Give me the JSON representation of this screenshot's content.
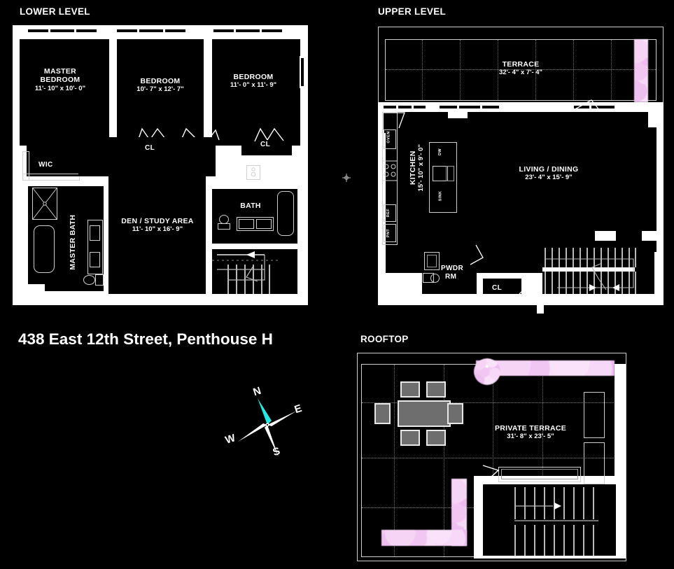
{
  "page": {
    "title": "438 East 12th Street, Penthouse H",
    "background_color": "#000000",
    "line_color": "#ffffff",
    "plant_color": "#f3c9f3",
    "furniture_color": "#6e6e6e",
    "compass_north_color": "#25e8e0"
  },
  "plans": [
    {
      "id": "lower",
      "title": "LOWER LEVEL",
      "rooms": [
        {
          "name": "MASTER\nBEDROOM",
          "name_line1": "MASTER",
          "name_line2": "BEDROOM",
          "dimensions": "11'- 10\" x 10'- 0\""
        },
        {
          "name": "BEDROOM",
          "dimensions": "10'- 7\" x 12'- 7\""
        },
        {
          "name": "BEDROOM",
          "dimensions": "11'- 0\" x 11'- 9\""
        },
        {
          "name": "DEN / STUDY AREA",
          "dimensions": "11'- 10\" x 16'- 9\""
        },
        {
          "name": "MASTER BATH",
          "dimensions": ""
        },
        {
          "name": "BATH",
          "dimensions": ""
        }
      ],
      "tags": [
        "WIC",
        "CL",
        "CL"
      ]
    },
    {
      "id": "upper",
      "title": "UPPER LEVEL",
      "rooms": [
        {
          "name": "TERRACE",
          "dimensions": "32'- 4\" x 7'- 4\""
        },
        {
          "name": "LIVING / DINING",
          "dimensions": "23'- 4\" x 15'- 9\""
        },
        {
          "name": "KITCHEN",
          "dimensions": "15'- 10\" x 9'- 0\""
        }
      ],
      "tags": [
        "PWDR",
        "RM",
        "CL"
      ],
      "appliances": [
        "OVEN",
        "REF",
        "PNT",
        "DW",
        "SINK"
      ]
    },
    {
      "id": "rooftop",
      "title": "ROOFTOP",
      "rooms": [
        {
          "name": "PRIVATE TERRACE",
          "dimensions": "31'- 8\" x 23'- 5\""
        }
      ],
      "tags": []
    }
  ],
  "compass": {
    "north": "N",
    "east": "E",
    "south": "S",
    "west": "W"
  }
}
